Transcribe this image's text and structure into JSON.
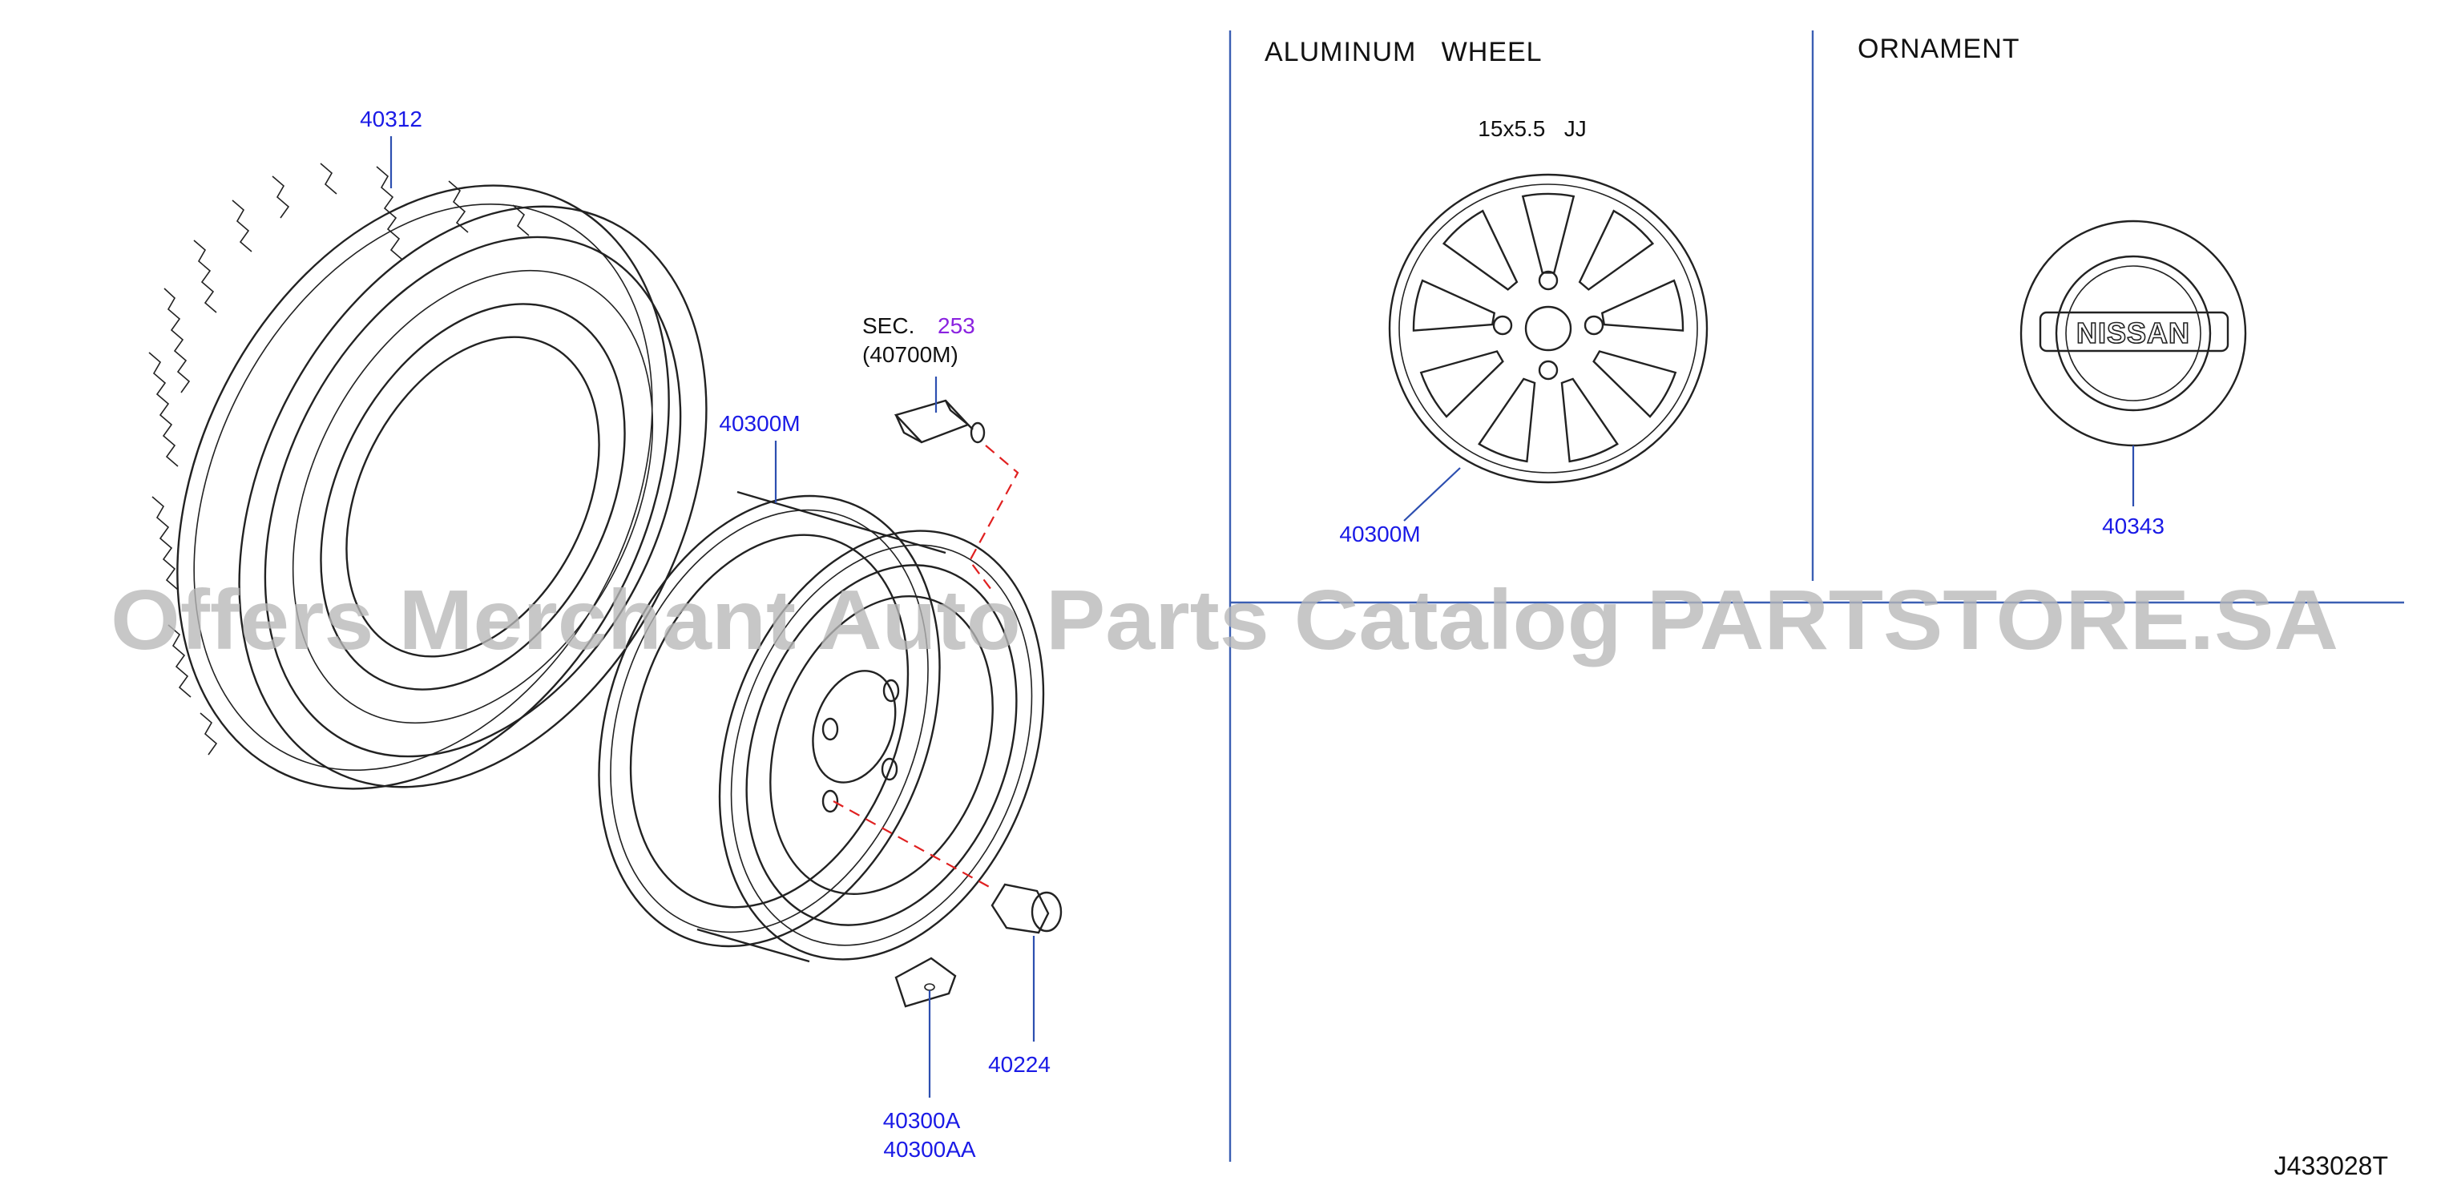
{
  "sections": {
    "aluminum_wheel": "ALUMINUM   WHEEL",
    "ornament": "ORNAMENT"
  },
  "wheel_size": "15x5.5   JJ",
  "sec_ref": {
    "prefix": "SEC.",
    "number": "253",
    "part": "(40700M)"
  },
  "parts": {
    "tire": "40312",
    "steel_wheel": "40300M",
    "alloy_wheel": "40300M",
    "nut": "40224",
    "weight_a": "40300A",
    "weight_aa": "40300AA",
    "ornament": "40343"
  },
  "logo_text": "NISSAN",
  "diagram_id": "J433028T",
  "watermark": "Offers Merchant Auto Parts Catalog PARTSTORE.SA",
  "colors": {
    "part_number": "#1a1ae6",
    "sec_number": "#8a22e0",
    "leader": "#2d4fb0",
    "dash": "#e02020",
    "watermark": "#b8b8b8"
  }
}
